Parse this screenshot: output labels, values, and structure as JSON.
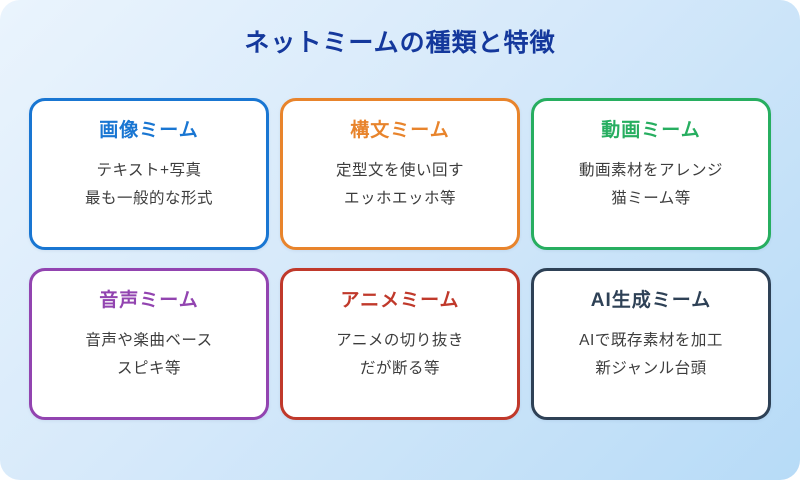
{
  "page": {
    "title": "ネットミームの種類と特徴",
    "title_color": "#14389C",
    "background_gradient_start": "#EAF4FD",
    "background_gradient_end": "#B7DBF7",
    "body_text_color": "#3D3D3D"
  },
  "cards": [
    {
      "id": "image-meme",
      "title": "画像ミーム",
      "color": "#1976D2",
      "lines": [
        "テキスト+写真",
        "最も一般的な形式"
      ]
    },
    {
      "id": "syntax-meme",
      "title": "構文ミーム",
      "color": "#E8842C",
      "lines": [
        "定型文を使い回す",
        "エッホエッホ等"
      ]
    },
    {
      "id": "video-meme",
      "title": "動画ミーム",
      "color": "#27AE60",
      "lines": [
        "動画素材をアレンジ",
        "猫ミーム等"
      ]
    },
    {
      "id": "audio-meme",
      "title": "音声ミーム",
      "color": "#9244B0",
      "lines": [
        "音声や楽曲ベース",
        "スピキ等"
      ]
    },
    {
      "id": "anime-meme",
      "title": "アニメミーム",
      "color": "#C0392B",
      "lines": [
        "アニメの切り抜き",
        "だが断る等"
      ]
    },
    {
      "id": "ai-meme",
      "title": "AI生成ミーム",
      "color": "#2E4156",
      "lines": [
        "AIで既存素材を加工",
        "新ジャンル台頭"
      ]
    }
  ]
}
